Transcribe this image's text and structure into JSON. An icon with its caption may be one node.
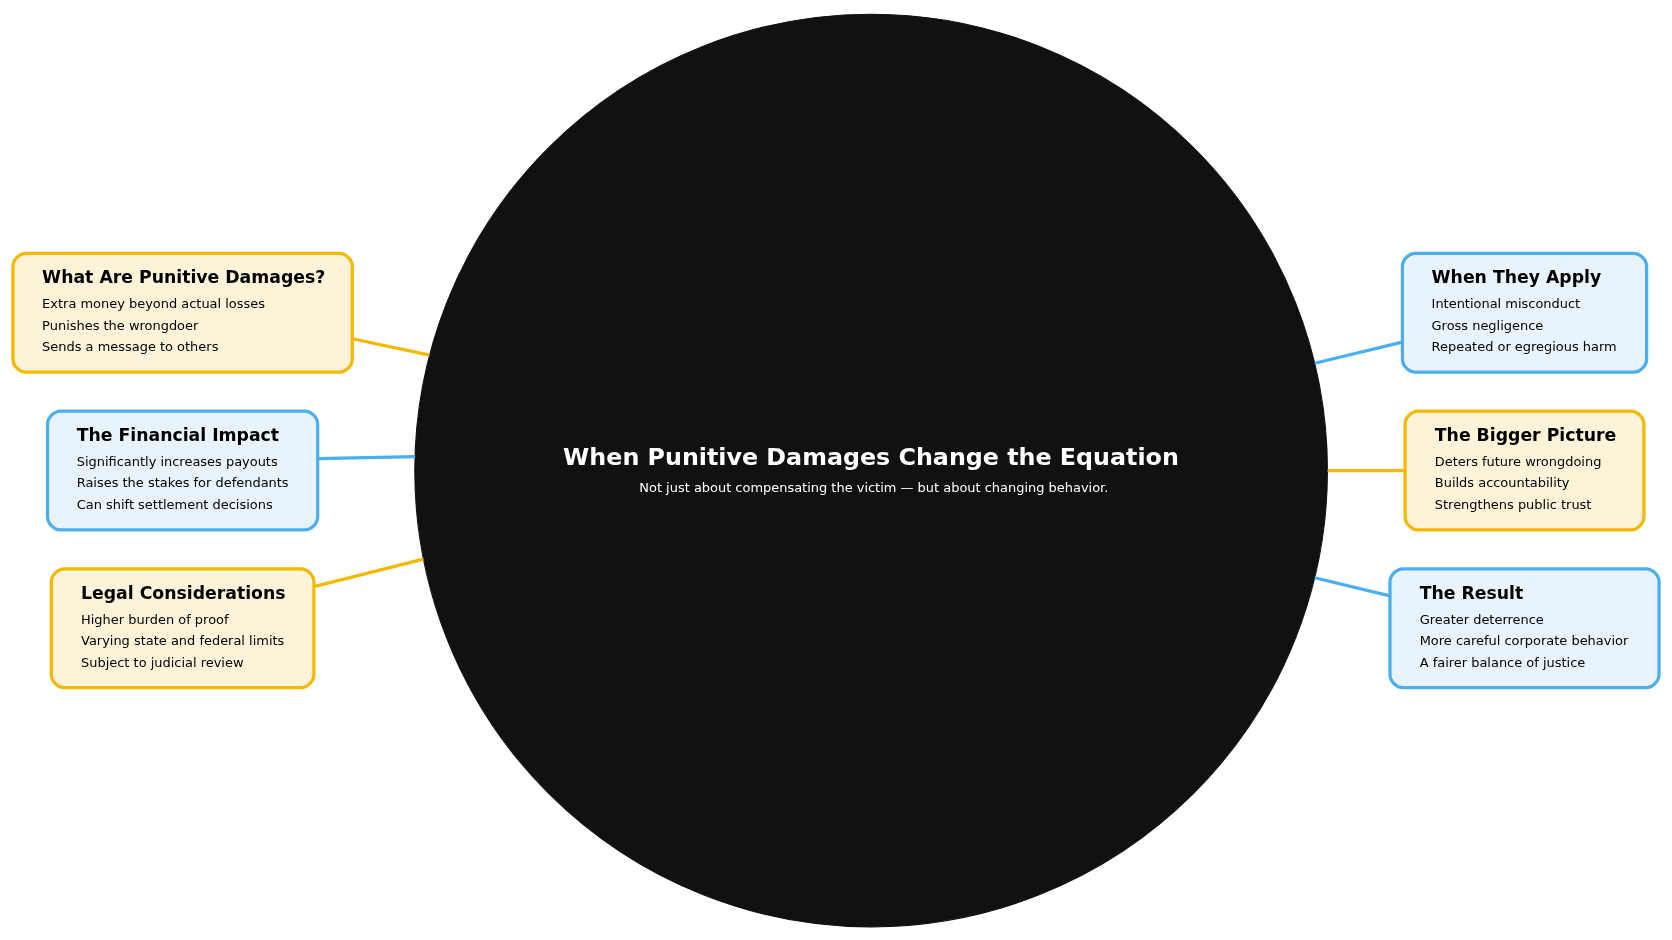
{
  "diagram": {
    "nodes": [
      {
        "text": [
          "When Punitive Damages Change the Equation",
          "Not just about compensating the victim — but about changing behavior."
        ]
      },
      {
        "text": [
          "What Are Punitive Damages?",
          "Extra money beyond actual losses",
          "Punishes the wrongdoer",
          "Sends a message to others"
        ]
      },
      {
        "text": [
          "When They Apply",
          "Intentional misconduct",
          "Gross negligence",
          "Repeated or egregious harm"
        ]
      },
      {
        "text": [
          "The Financial Impact",
          "Significantly increases payouts",
          "Raises the stakes for defendants",
          "Can shift settlement decisions"
        ]
      },
      {
        "text": [
          "The Bigger Picture",
          "Deters future wrongdoing",
          "Builds accountability",
          "Strengthens public trust"
        ]
      },
      {
        "text": [
          "Legal Considerations",
          "Higher burden of proof",
          "Varying state and federal limits",
          "Subject to judicial review"
        ]
      },
      {
        "text": [
          "The Result",
          "Greater deterrence",
          "More careful corporate behavior",
          "A fairer balance of justice"
        ]
      }
    ],
    "edges": [
      {
        "from": 0,
        "to": 1,
        "arrow": "none",
        "color": "#f5b800"
      },
      {
        "from": 0,
        "to": 2,
        "arrow": "none",
        "color": "#4aaeef"
      },
      {
        "from": 0,
        "to": 3,
        "arrow": "none",
        "color": "#4aaeef"
      },
      {
        "from": 0,
        "to": 4,
        "arrow": "none",
        "color": "#f5b800"
      },
      {
        "from": 0,
        "to": 5,
        "arrow": "none",
        "color": "#f5b800"
      },
      {
        "from": 0,
        "to": 6,
        "arrow": "none",
        "color": "#4aaeef"
      }
    ]
  }
}
